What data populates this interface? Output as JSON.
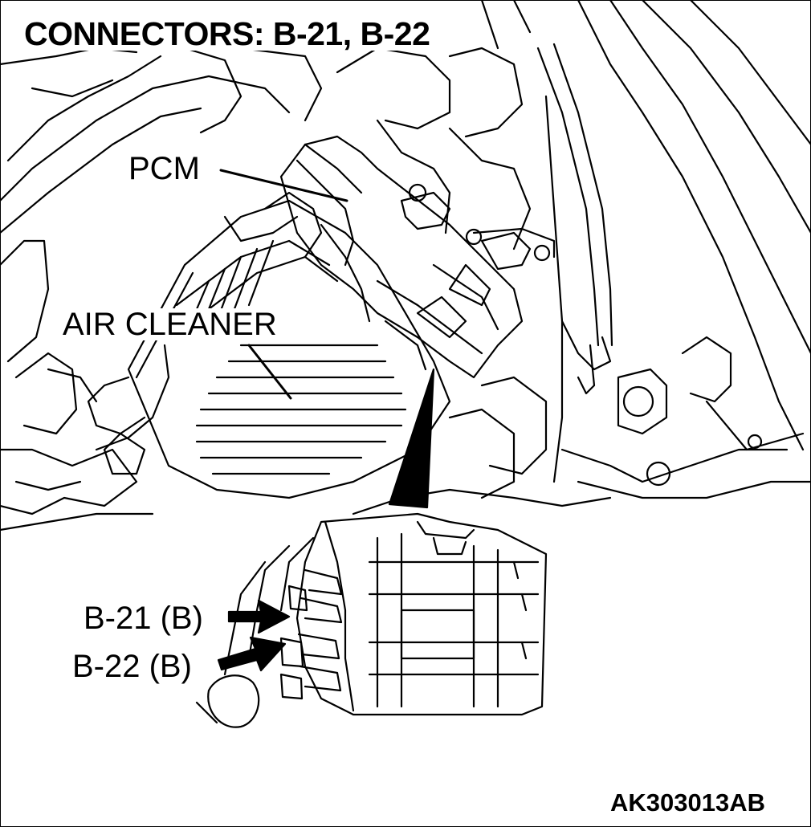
{
  "diagram": {
    "title": "CONNECTORS: B-21, B-22",
    "labels": {
      "pcm": "PCM",
      "air_cleaner": "AIR CLEANER",
      "connector_b21": "B-21 (B)",
      "connector_b22": "B-22 (B)"
    },
    "figure_code": "AK303013AB"
  }
}
